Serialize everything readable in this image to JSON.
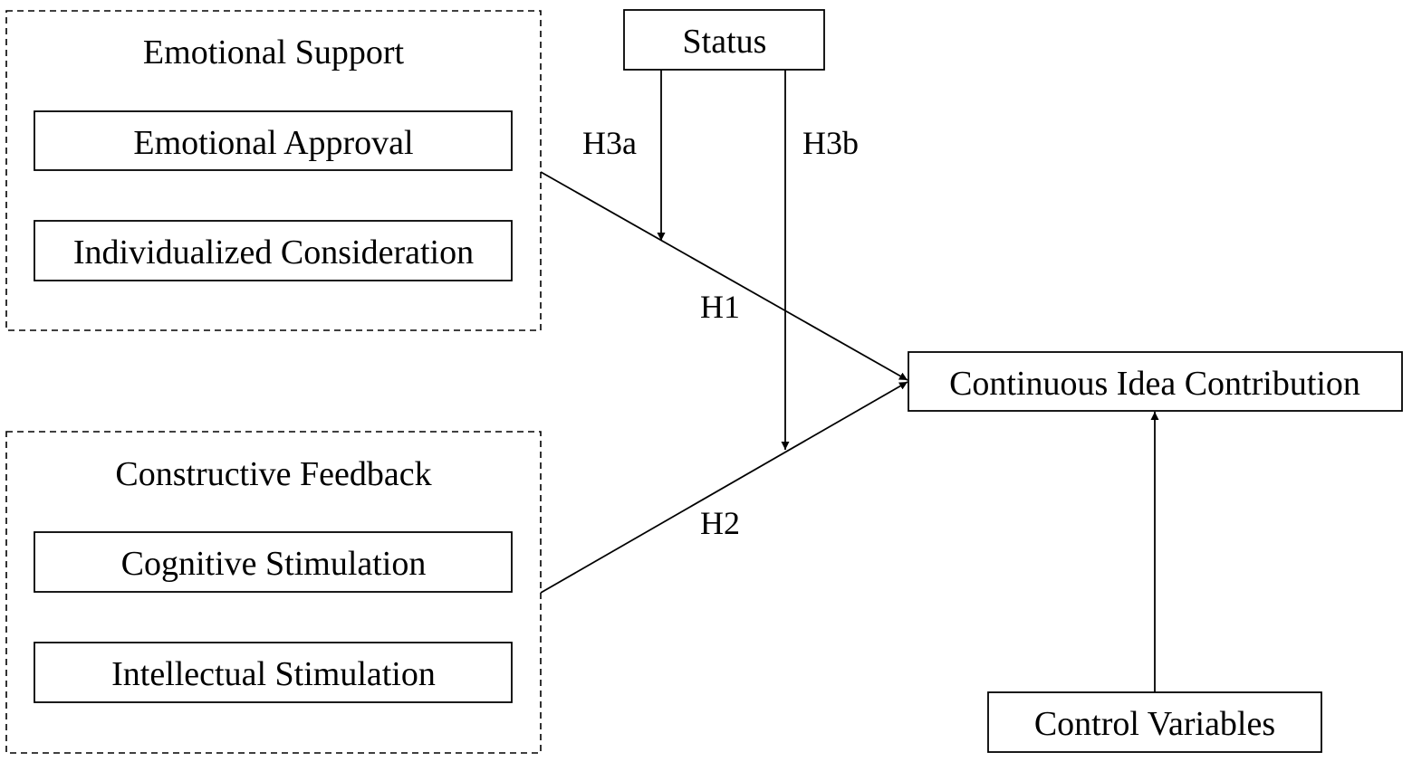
{
  "groups": {
    "emotional_support": {
      "title": "Emotional Support",
      "items": [
        "Emotional Approval",
        "Individualized Consideration"
      ]
    },
    "constructive_feedback": {
      "title": "Constructive Feedback",
      "items": [
        "Cognitive Stimulation",
        "Intellectual Stimulation"
      ]
    }
  },
  "nodes": {
    "status": "Status",
    "outcome": "Continuous Idea Contribution",
    "controls": "Control Variables"
  },
  "hypotheses": {
    "h1": "H1",
    "h2": "H2",
    "h3a": "H3a",
    "h3b": "H3b"
  }
}
